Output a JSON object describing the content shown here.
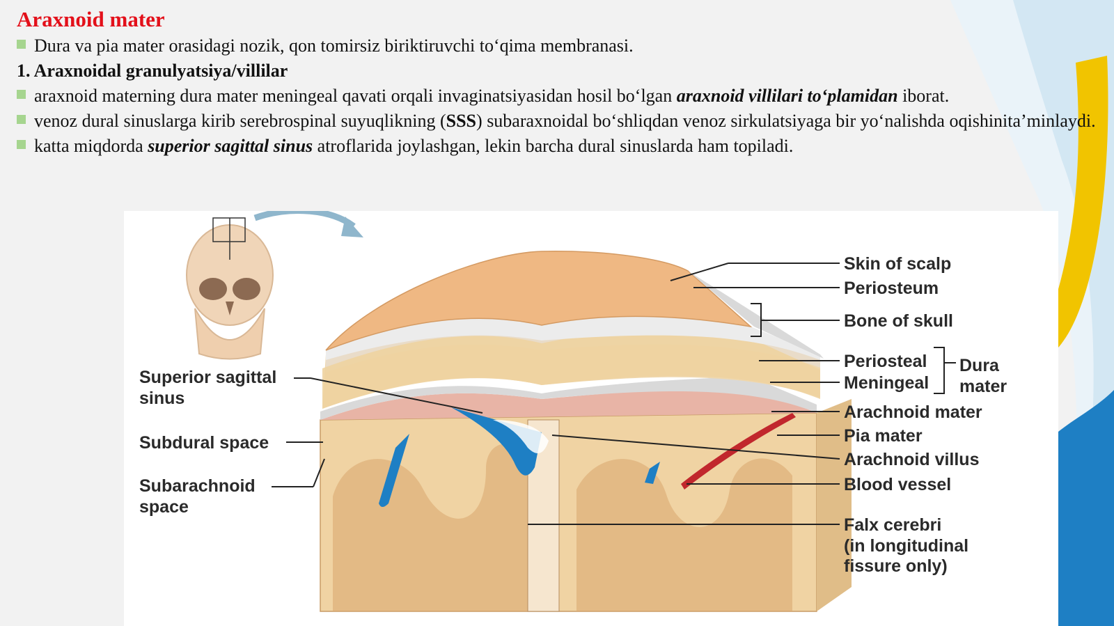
{
  "title": "Araxnoid mater",
  "bullet1": "Dura va pia mater orasidagi nozik, qon tomirsiz biriktiruvchi to‘qima membranasi.",
  "heading": "1. Araxnoidal granulyatsiya/villilar",
  "bullet2": {
    "before": "araxnoid materning dura mater meningeal qavati orqali invaginatsiyasidan hosil bo‘lgan ",
    "bold_italic": "araxnoid villilari to‘plamidan",
    "after": " iborat."
  },
  "bullet3": {
    "before": "venoz dural sinuslarga kirib serebrospinal suyuqlikning (",
    "bold": "SSS",
    "after": ") subaraxnoidal bo‘shliqdan venoz sirkulatsiyaga bir yo‘nalishda oqishinita’minlaydi."
  },
  "bullet4": {
    "before": "katta miqdorda ",
    "bold_italic": "superior sagittal sinus",
    "after": " atroflarida joylashgan, lekin barcha dural sinuslarda ham topiladi."
  },
  "figure": {
    "labels": {
      "sss_1": "Superior sagittal",
      "sss_2": "sinus",
      "subdural": "Subdural space",
      "subarach_1": "Subarachnoid",
      "subarach_2": "space",
      "scalp": "Skin of scalp",
      "periosteum": "Periosteum",
      "bone": "Bone of skull",
      "periosteal": "Periosteal",
      "meningeal": "Meningeal",
      "dura_1": "Dura",
      "dura_2": "mater",
      "arachnoid": "Arachnoid mater",
      "pia": "Pia mater",
      "villus": "Arachnoid villus",
      "vessel": "Blood vessel",
      "falx_1": "Falx cerebri",
      "falx_2": "(in longitudinal",
      "falx_3": "fissure only)"
    },
    "colors": {
      "scalp": "#efb883",
      "bone": "#efd7ad",
      "dura": "#d4d4d4",
      "arachnoid": "#e8b4a6",
      "sinus": "#1e7fc4",
      "brain": "#f0d3a3",
      "gray_matter": "#d9a66d",
      "vessel": "#c1272d",
      "arrow": "#8fb6cc"
    }
  }
}
